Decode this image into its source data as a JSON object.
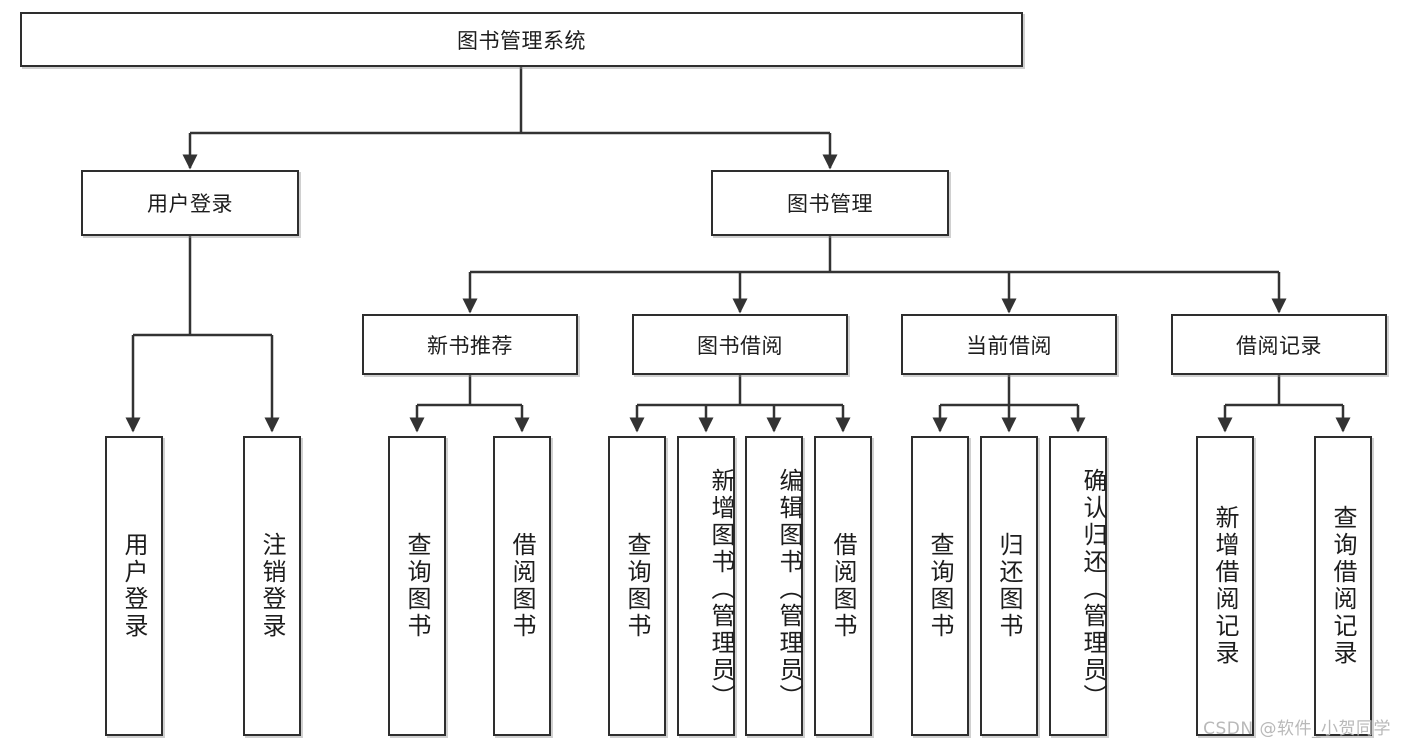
{
  "diagram": {
    "type": "tree-hierarchy",
    "title": "图书管理系统",
    "watermark": "CSDN @软件_小贺同学",
    "colors": {
      "box_border": "#2e2e2e",
      "box_fill": "#ffffff",
      "connector": "#333333",
      "text": "#1d1d1d",
      "watermark": "#b9b9b9",
      "background": "#ffffff"
    },
    "nodes": {
      "root": {
        "label": "图书管理系统",
        "level": 0
      },
      "level1": [
        {
          "id": "user-login",
          "label": "用户登录"
        },
        {
          "id": "book-management",
          "label": "图书管理"
        }
      ],
      "level2": [
        {
          "id": "new-book-recommend",
          "label": "新书推荐",
          "parent": "book-management"
        },
        {
          "id": "book-borrow",
          "label": "图书借阅",
          "parent": "book-management"
        },
        {
          "id": "current-borrow",
          "label": "当前借阅",
          "parent": "book-management"
        },
        {
          "id": "borrow-record",
          "label": "借阅记录",
          "parent": "book-management"
        }
      ],
      "level3": {
        "user-login": [
          {
            "id": "leaf-user-login",
            "label": "用户登录"
          },
          {
            "id": "leaf-logout",
            "label": "注销登录"
          }
        ],
        "new-book-recommend": [
          {
            "id": "leaf-query-book-1",
            "label": "查询图书"
          },
          {
            "id": "leaf-borrow-book-1",
            "label": "借阅图书"
          }
        ],
        "book-borrow": [
          {
            "id": "leaf-query-book-2",
            "label": "查询图书"
          },
          {
            "id": "leaf-add-book",
            "label": "新增图书（管理员）"
          },
          {
            "id": "leaf-edit-book",
            "label": "编辑图书（管理员）"
          },
          {
            "id": "leaf-borrow-book-2",
            "label": "借阅图书"
          }
        ],
        "current-borrow": [
          {
            "id": "leaf-query-book-3",
            "label": "查询图书"
          },
          {
            "id": "leaf-return-book",
            "label": "归还图书"
          },
          {
            "id": "leaf-confirm-return",
            "label": "确认归还（管理员）"
          }
        ],
        "borrow-record": [
          {
            "id": "leaf-add-record",
            "label": "新增借阅记录"
          },
          {
            "id": "leaf-query-record",
            "label": "查询借阅记录"
          }
        ]
      }
    }
  }
}
